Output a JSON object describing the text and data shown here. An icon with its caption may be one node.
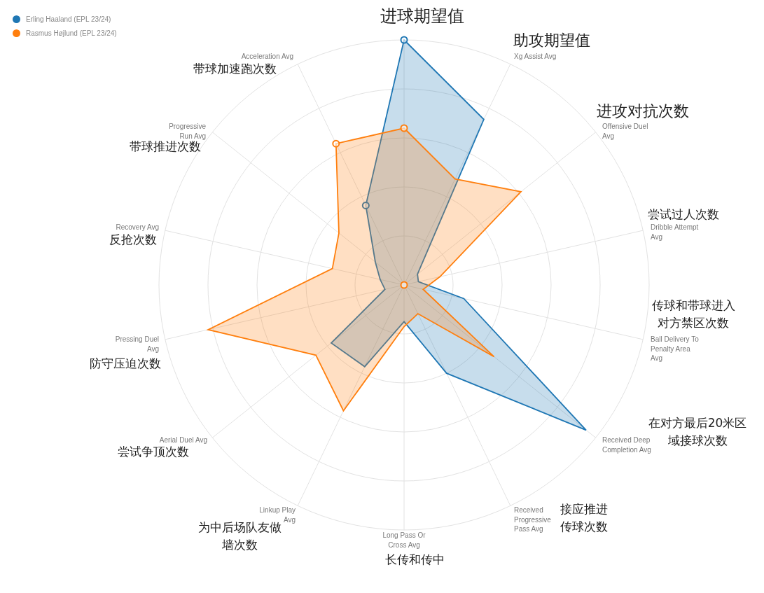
{
  "diagram": {
    "labels": [
      "进球期望值",
      "助攻期望值",
      "Xg Assist Avg",
      "Acceleration Avg",
      "带球加速跑次数",
      "进攻对抗次数",
      "Offensive Duel Avg",
      "Progressive Run Avg",
      "带球推进次数",
      "尝试过人次数",
      "Dribble Attempt Avg",
      "Recovery Avg",
      "反抢次数",
      "传球和带球进入对方禁区次数",
      "Ball Delivery To Penalty Area Avg",
      "Pressing Duel Avg",
      "防守压迫次数",
      "在对方最后20米区域接球次数",
      "Received Deep Completion Avg",
      "Aerial Duel Avg",
      "尝试争顶次数",
      "Received Progressive Pass Avg",
      "接应推进传球次数",
      "Linkup Play Avg",
      "为中后场队友做墙次数",
      "Long Pass Or Cross Avg",
      "长传和传中"
    ],
    "legend": [
      {
        "text": "Erling Haaland (EPL 23/24)",
        "color": "#1f77b4"
      },
      {
        "text": "Rasmus Højlund (EPL 23/24)",
        "color": "#ff7f0e"
      }
    ]
  }
}
